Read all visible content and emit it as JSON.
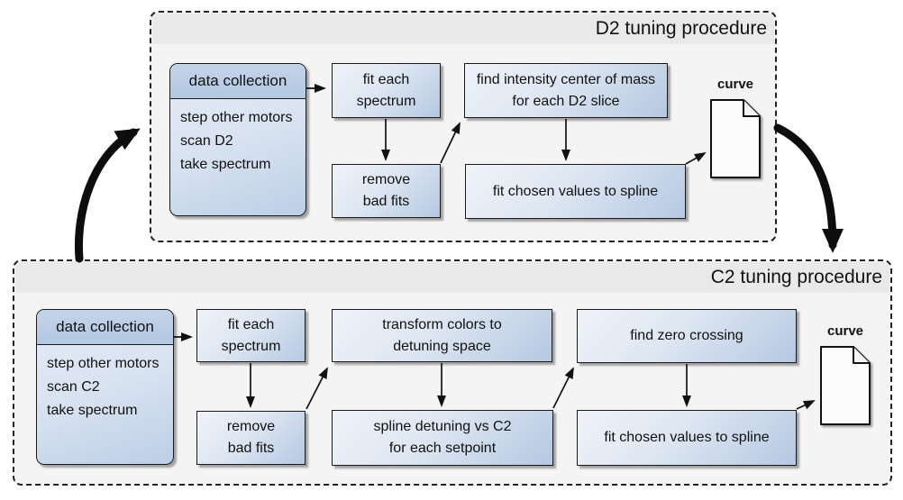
{
  "colors": {
    "box_gradient_light": "#eff3f9",
    "box_gradient_dark": "#b5c8e2",
    "header_blue": "#b8cce4",
    "panel_fill": "#f4f4f4",
    "panel_strip": "#e9e9e9",
    "border_black": "#1a1a1a",
    "doc_fill": "#fbfbfb"
  },
  "d2": {
    "title": "D2 tuning procedure",
    "data_collection": {
      "header": "data collection",
      "lines": [
        "step other motors",
        "scan D2",
        "take spectrum"
      ]
    },
    "fit_each_spectrum": "fit each\nspectrum",
    "remove_bad_fits": "remove\nbad fits",
    "find_intensity": "find intensity center of mass\nfor each D2 slice",
    "fit_chosen": "fit chosen values to spline",
    "curve_label": "curve"
  },
  "c2": {
    "title": "C2 tuning procedure",
    "data_collection": {
      "header": "data collection",
      "lines": [
        "step other motors",
        "scan C2",
        "take spectrum"
      ]
    },
    "fit_each_spectrum": "fit each\nspectrum",
    "remove_bad_fits": "remove\nbad fits",
    "transform_colors": "transform colors to\ndetuning space",
    "spline_detuning": "spline detuning vs C2\nfor each setpoint",
    "find_zero_crossing": "find zero crossing",
    "fit_chosen": "fit chosen values to spline",
    "curve_label": "curve"
  }
}
